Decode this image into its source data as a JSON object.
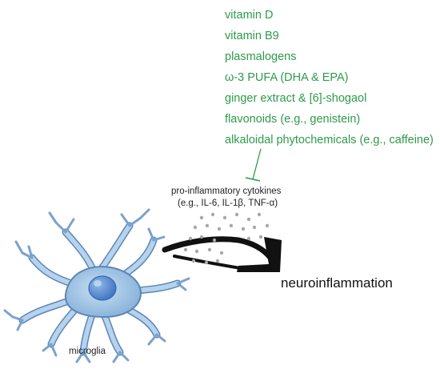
{
  "nutrients": [
    "vitamin D",
    "vitamin B9",
    "plasmalogens",
    "ω-3 PUFA (DHA & EPA)",
    "ginger extract & [6]-shogaol",
    "flavonoids (e.g., genistein)",
    "alkaloidal phytochemicals (e.g., caffeine)"
  ],
  "cytokines": {
    "title": "pro-inflammatory cytokines",
    "examples": "(e.g., IL-6, IL-1β, TNF-α)"
  },
  "outcome": "neuroinflammation",
  "cell": "microglia",
  "colors": {
    "nutrient_text": "#2f9a4a",
    "inhibitor_line": "#2f9a4a",
    "arrow": "#111111",
    "cell_fill": "#9cc3e4",
    "cell_outline": "#5e86b4",
    "nucleus": "#5b8fd0",
    "cytokine_dots": "#a8a8a8"
  }
}
